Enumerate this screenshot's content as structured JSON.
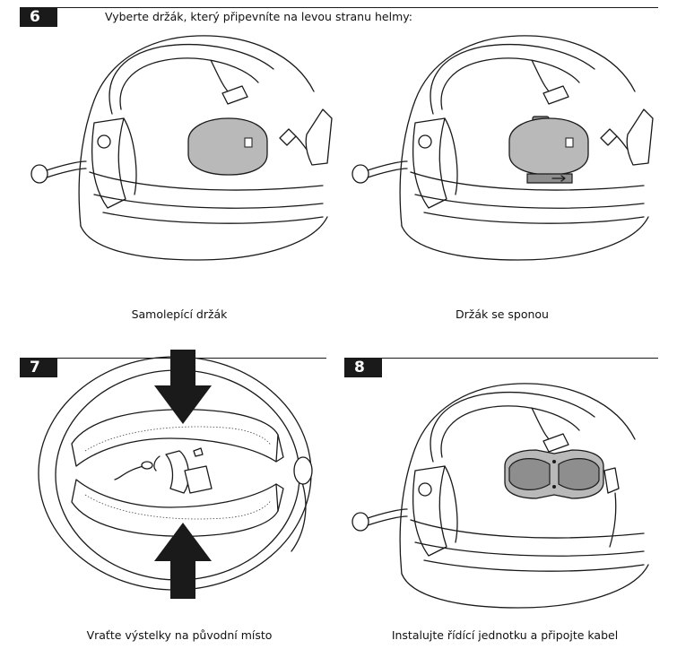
{
  "step6": {
    "number": "6",
    "instruction": "Vyberte držák, který připevníte na levou stranu helmy:",
    "left_caption": "Samolepící držák",
    "right_caption": "Držák se sponou"
  },
  "step7": {
    "number": "7",
    "caption": "Vraťte výstelky na původní místo"
  },
  "step8": {
    "number": "8",
    "caption": "Instalujte řídící jednotku a připojte kabel"
  }
}
